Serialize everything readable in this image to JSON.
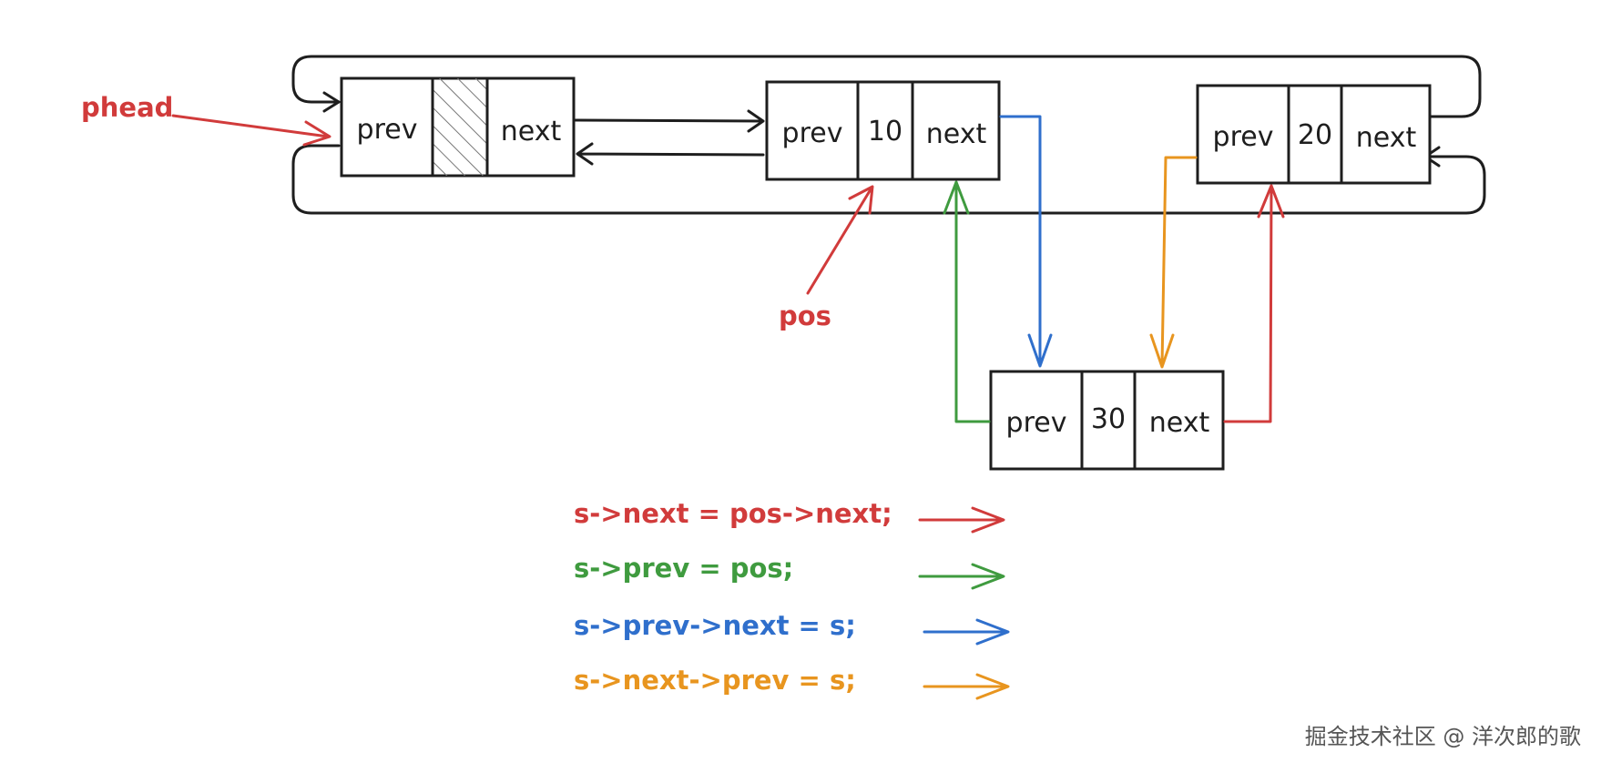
{
  "colors": {
    "ink": "#1e1e1e",
    "red": "#d13b3b",
    "green": "#3f9b3f",
    "blue": "#2f6fcc",
    "orange": "#e8951f",
    "hatch": "#777777"
  },
  "labels": {
    "phead": "phead",
    "pos": "pos"
  },
  "nodes": {
    "head": {
      "prev": "prev",
      "data": "",
      "next": "next"
    },
    "n10": {
      "prev": "prev",
      "data": "10",
      "next": "next"
    },
    "n20": {
      "prev": "prev",
      "data": "20",
      "next": "next"
    },
    "n30": {
      "prev": "prev",
      "data": "30",
      "next": "next"
    }
  },
  "legend": [
    {
      "code": "s->next = pos->next;",
      "color": "red"
    },
    {
      "code": "s->prev = pos;",
      "color": "green"
    },
    {
      "code": "s->prev->next = s;",
      "color": "blue"
    },
    {
      "code": "s->next->prev = s;",
      "color": "orange"
    }
  ],
  "watermark": "掘金技术社区 @ 洋次郎的歌"
}
